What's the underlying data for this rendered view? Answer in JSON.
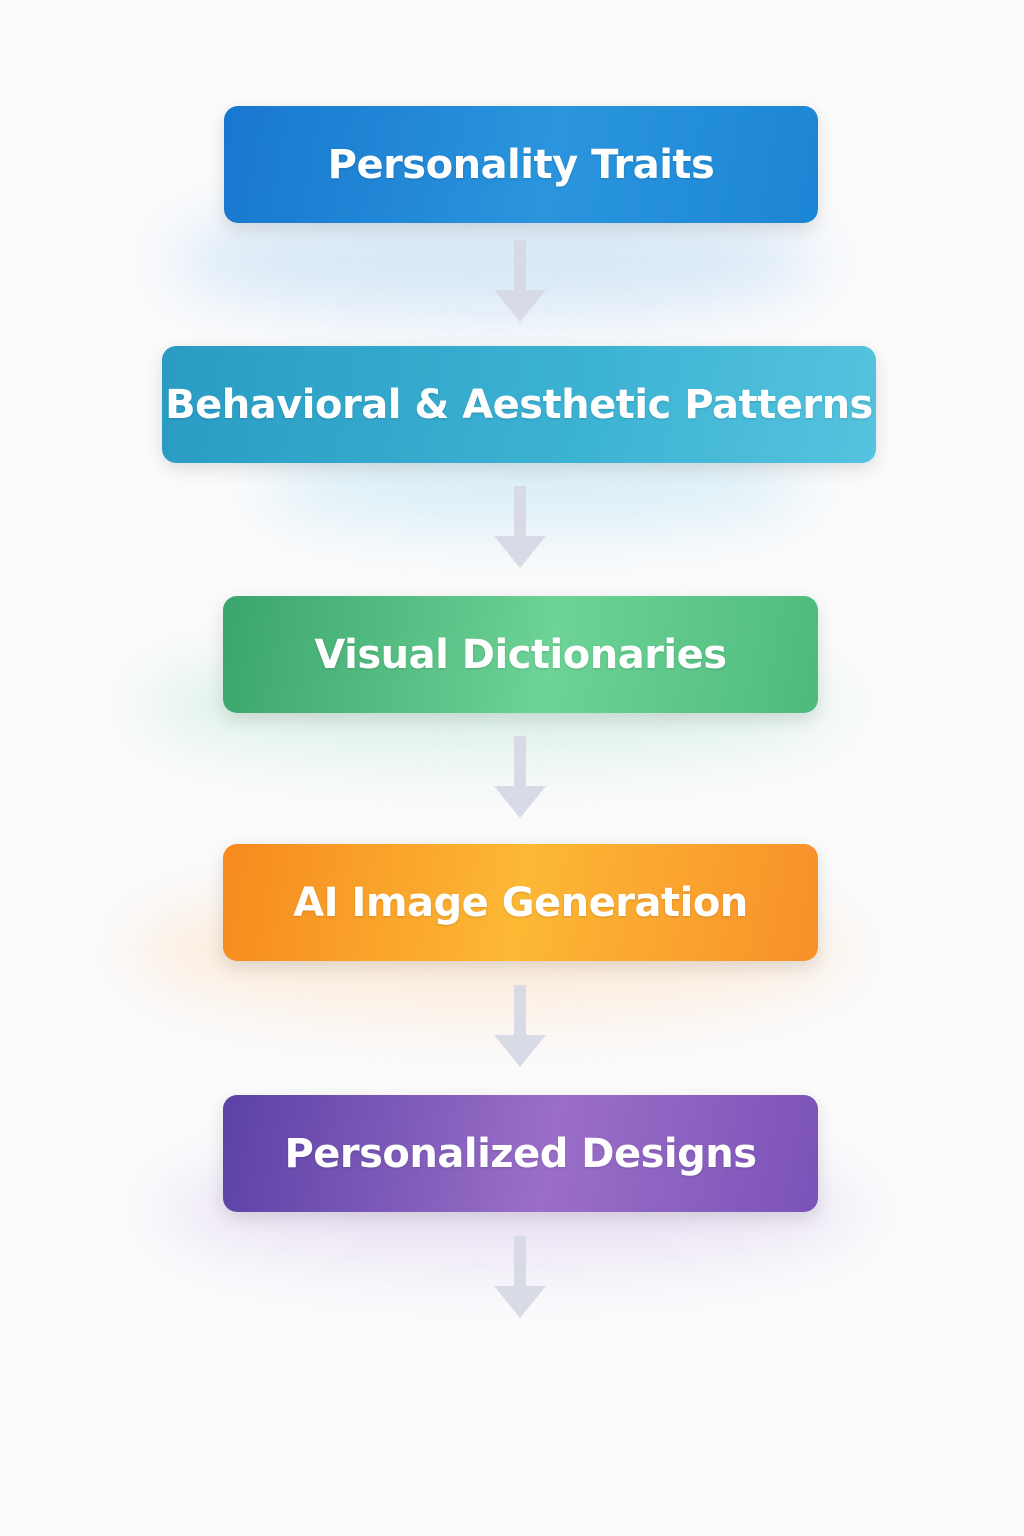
{
  "steps": [
    {
      "label": "Personality Traits",
      "color": "#1c86d6"
    },
    {
      "label": "Behavioral & Aesthetic Patterns",
      "color": "#3db3d3"
    },
    {
      "label": "Visual Dictionaries",
      "color": "#4dbb7c"
    },
    {
      "label": "AI Image Generation",
      "color": "#f7a02a"
    },
    {
      "label": "Personalized Designs",
      "color": "#7b52b8"
    }
  ],
  "arrow_color": "#d8dbe6"
}
